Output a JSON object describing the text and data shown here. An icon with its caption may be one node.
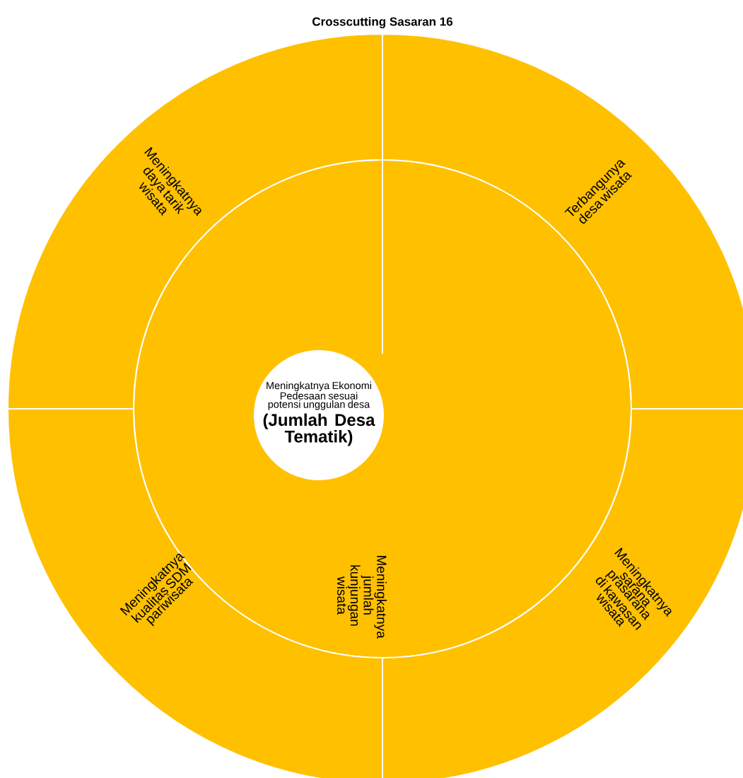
{
  "diagram": {
    "title": "Crosscutting Sasaran 16",
    "nodes": [
      {
        "text": [
          "Meningkatnya daya tarik wisata"
        ]
      },
      {
        "text": [
          "Terbangunya desa wisata"
        ]
      },
      {
        "text": [
          "Meningkatnya Ekonomi Pedesaan sesuai potensi unggulan desa",
          "(Jumlah Desa Tematik)"
        ],
        "in": 3
      },
      {
        "text": [
          "Meningkatnya jumlah kunjungan wisata"
        ]
      },
      {
        "text": [
          "Meningkatnya kualitas SDM pariwisata"
        ]
      },
      {
        "text": [
          "Meningkatnya sarana prasarana di kawasan wisata"
        ]
      }
    ]
  }
}
